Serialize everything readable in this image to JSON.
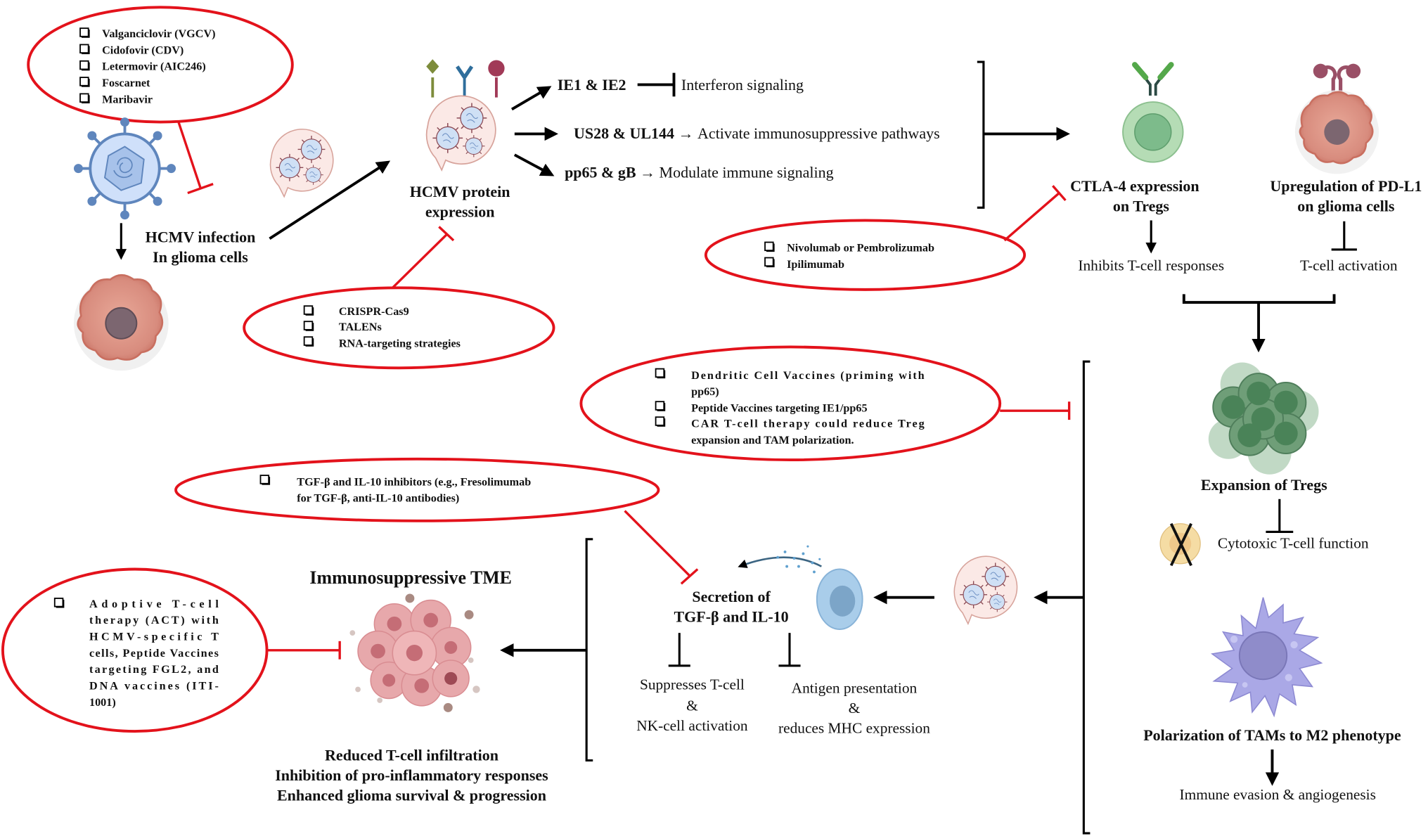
{
  "diagram": {
    "title": "HCMV-driven immunosuppression in glioma and therapeutic interventions",
    "colors": {
      "inhibition_red": "#e3121b",
      "arrow_black": "#000000",
      "virus_blue": "#a9c6ef",
      "glioma_pink": "#d98a7c",
      "treg_green": "#9fd0a6",
      "tam_purple": "#a8a6e2",
      "tcell_yellow": "#f5dba0"
    },
    "antivirals": {
      "items": [
        "Valganciclovir (VGCV)",
        "Cidofovir (CDV)",
        "Letermovir (AIC246)",
        "Foscarnet",
        "Maribavir"
      ]
    },
    "infection": {
      "line1": "HCMV infection",
      "line2": "In glioma cells"
    },
    "protein_expression": {
      "line1": "HCMV protein",
      "line2": "expression"
    },
    "pathways": {
      "ie": {
        "gene": "IE1 & IE2",
        "effect": "Interferon signaling"
      },
      "us28": {
        "gene": "US28 & UL144",
        "arrow": "→",
        "effect": "Activate immunosuppressive pathways"
      },
      "pp65": {
        "gene": "pp65 & gB",
        "arrow": "→",
        "effect": "Modulate immune signaling"
      }
    },
    "gene_editing": {
      "items": [
        "CRISPR-Cas9",
        "TALENs",
        "RNA-targeting strategies"
      ]
    },
    "checkpoint_inhibitors": {
      "items": [
        "Nivolumab or Pembrolizumab",
        "Ipilimumab"
      ]
    },
    "ctla4": {
      "line1": "CTLA-4 expression",
      "line2": "on Tregs",
      "outcome": "Inhibits T-cell responses"
    },
    "pdl1": {
      "line1": "Upregulation of PD-L1",
      "line2": "on glioma cells",
      "outcome": "T-cell activation"
    },
    "vaccines": {
      "items": [
        [
          "Dendritic Cell Vaccines (priming with",
          "pp65)"
        ],
        [
          "Peptide Vaccines targeting IE1/pp65"
        ],
        [
          "CAR T-cell therapy could reduce Treg",
          "expansion and TAM polarization."
        ]
      ]
    },
    "tregs": {
      "label": "Expansion of Tregs",
      "outcome": "Cytotoxic T-cell function"
    },
    "tams": {
      "label": "Polarization of TAMs to M2 phenotype",
      "outcome": "Immune evasion & angiogenesis"
    },
    "cytokine_inhibitors": {
      "line1": "TGF-β and IL-10 inhibitors (e.g., Fresolimumab",
      "line2": "for TGF-β, anti-IL-10 antibodies)"
    },
    "secretion": {
      "line1": "Secretion of",
      "line2": "TGF-β and IL-10",
      "outcome_left": [
        "Suppresses T-cell",
        "&",
        "NK-cell activation"
      ],
      "outcome_right": [
        "Antigen presentation",
        "&",
        "reduces MHC expression"
      ]
    },
    "tme": {
      "title": "Immunosuppressive TME",
      "effects": [
        "Reduced T-cell infiltration",
        "Inhibition of pro-inflammatory responses",
        "Enhanced glioma survival & progression"
      ]
    },
    "act": {
      "lines": [
        "Adoptive T-cell",
        "therapy (ACT) with",
        "HCMV-specific T",
        "cells, Peptide Vaccines",
        "targeting FGL2, and",
        "DNA vaccines (ITI-",
        "1001)"
      ]
    }
  }
}
